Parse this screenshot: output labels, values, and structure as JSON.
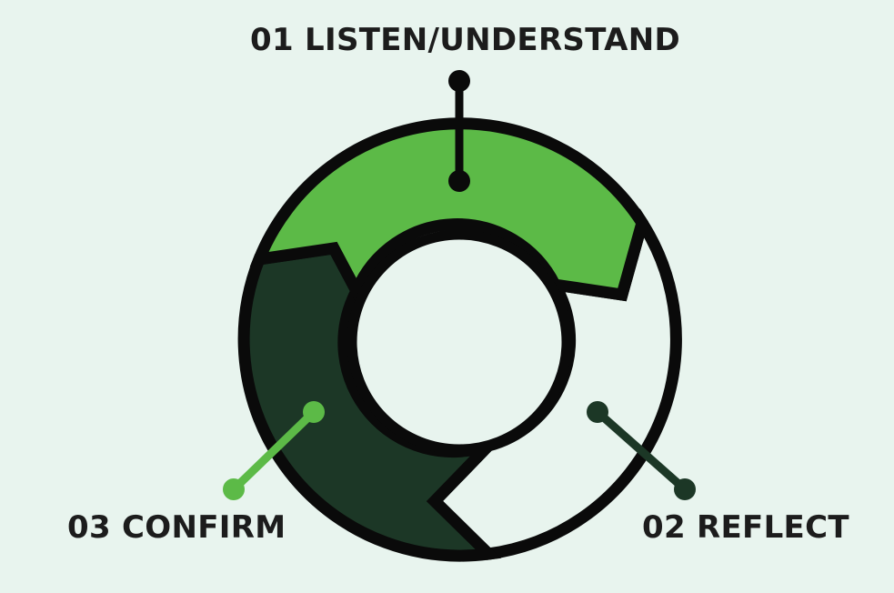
{
  "steps": [
    {
      "number": "01",
      "text": "LISTEN/UNDERSTAND",
      "label": "01 LISTEN/UNDERSTAND",
      "color": "#5cba47"
    },
    {
      "number": "02",
      "text": "REFLECT",
      "label": "02 REFLECT",
      "color": "#e8f4ee"
    },
    {
      "number": "03",
      "text": "CONFIRM",
      "label": "03 CONFIRM",
      "color": "#1c3726"
    }
  ],
  "colors": {
    "background": "#e8f4ee",
    "outline": "#0a0a0a",
    "light_green": "#5cba47",
    "dark_green": "#1c3726",
    "connector_step1": "#0a0a0a",
    "connector_step2": "#1c3726",
    "connector_step3": "#5cba47"
  },
  "icons": [
    "pin-connector",
    "cycle-arrow-segment"
  ]
}
